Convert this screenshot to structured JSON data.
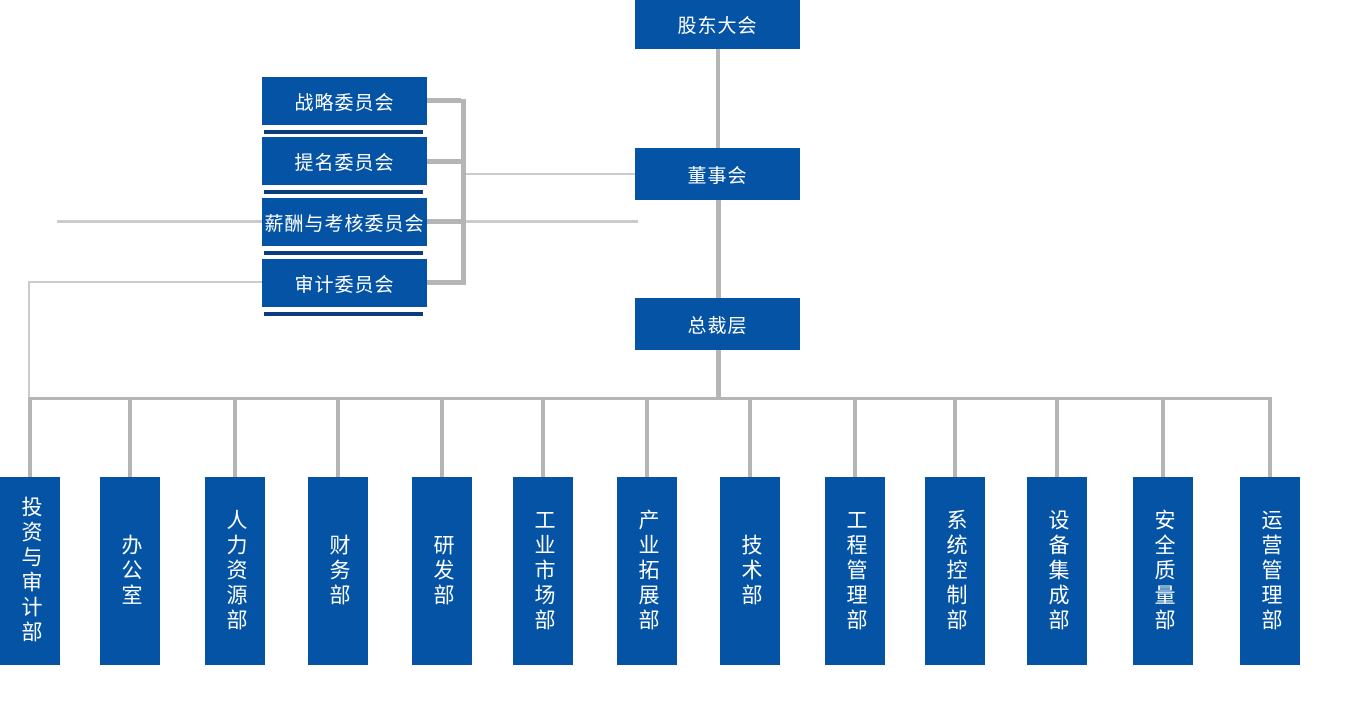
{
  "diagram_type": "org-chart",
  "nodes": {
    "shareholders": "股东大会",
    "board": "董事会",
    "president": "总裁层"
  },
  "committees": [
    "战略委员会",
    "提名委员会",
    "薪酬与考核委员会",
    "审计委员会"
  ],
  "departments": [
    "投资与审计部",
    "办公室",
    "人力资源部",
    "财务部",
    "研发部",
    "工业市场部",
    "产业拓展部",
    "技术部",
    "工程管理部",
    "系统控制部",
    "设备集成部",
    "安全质量部",
    "运营管理部"
  ],
  "colors": {
    "node_blue": "#0553A4",
    "node_accent_dark": "#0B3C7D",
    "connector_gray": "#B5B5B5",
    "connector_light": "#CBCBCB",
    "text": "#FFFFFF",
    "background": "#FFFFFF"
  }
}
